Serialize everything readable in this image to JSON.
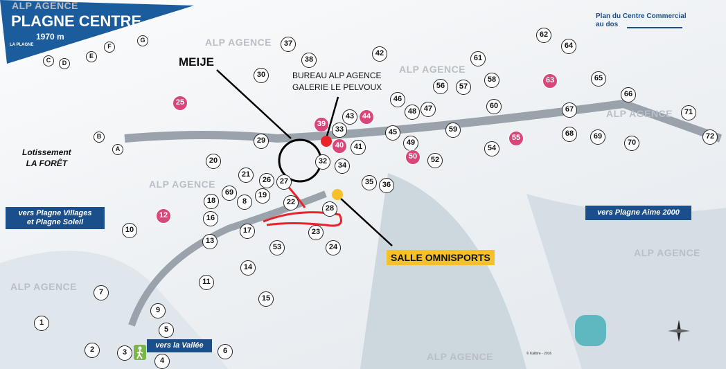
{
  "title": {
    "name": "PLAGNE CENTRE",
    "altitude": "1970 m",
    "logo_text": "LA PLAGNE"
  },
  "watermark": "ALP AGENCE",
  "plan_note": {
    "line1": "Plan du Centre Commercial",
    "line2": "au dos"
  },
  "labels": {
    "meije": "MEIJE",
    "bureau_line1": "BUREAU ALP AGENCE",
    "bureau_line2": "GALERIE LE PELVOUX",
    "salle": "SALLE OMNISPORTS",
    "lotissement_line1": "Lotissement",
    "lotissement_line2": "LA FORÊT",
    "credit": "© Kalibre - 2016"
  },
  "directions": {
    "villages_line1": "vers Plagne Villages",
    "villages_line2": "et Plagne Soleil",
    "aime": "vers Plagne Aime 2000",
    "vallee": "vers la Vallée"
  },
  "markers": [
    "37",
    "38",
    "42",
    "30",
    "62",
    "64",
    "61",
    "58",
    "63",
    "65",
    "66",
    "56",
    "57",
    "46",
    "48",
    "47",
    "60",
    "67",
    "71",
    "72",
    "25",
    "39",
    "43",
    "44",
    "33",
    "45",
    "59",
    "68",
    "69",
    "70",
    "55",
    "29",
    "40",
    "41",
    "49",
    "54",
    "32",
    "34",
    "50",
    "52",
    "20",
    "21",
    "26",
    "27",
    "35",
    "36",
    "18",
    "69",
    "19",
    "8",
    "22",
    "28",
    "12",
    "16",
    "10",
    "17",
    "23",
    "13",
    "53",
    "24",
    "14",
    "11",
    "15",
    "7",
    "9",
    "1",
    "5",
    "2",
    "3",
    "4",
    "6",
    "G",
    "F",
    "E",
    "C",
    "D",
    "B",
    "A"
  ],
  "colors": {
    "banner": "#1b5c9c",
    "highlight_marker": "#d9467a",
    "salle_box": "#f5c02a",
    "bureau_dot": "#e8232a",
    "salle_dot": "#f5c02a"
  }
}
